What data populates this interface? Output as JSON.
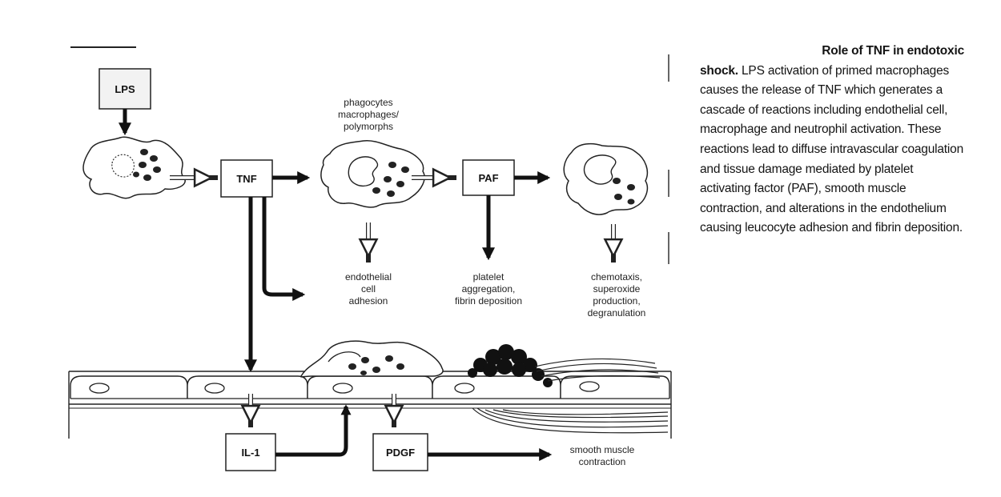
{
  "nodes": {
    "lps": "LPS",
    "tnf": "TNF",
    "paf": "PAF",
    "il1": "IL-1",
    "pdgf": "PDGF"
  },
  "labels": {
    "phagocytes": [
      "phagocytes",
      "macrophages/",
      "polymorphs"
    ],
    "endothelial": [
      "endothelial",
      "cell",
      "adhesion"
    ],
    "platelet": [
      "platelet",
      "aggregation,",
      "fibrin deposition"
    ],
    "chemotaxis": [
      "chemotaxis,",
      "superoxide",
      "production,",
      "degranulation"
    ],
    "smooth_muscle": [
      "smooth muscle",
      "contraction"
    ]
  },
  "caption": {
    "title_line1": "Role of TNF in endotoxic",
    "title_line2": "shock.",
    "body": " LPS activation of primed macrophages causes the release of TNF which generates a cascade of reactions including endothelial cell, macrophage and neutrophil activation. These reactions lead to diffuse intravascular coagulation and tissue damage mediated by platelet activating factor (PAF), smooth muscle contraction, and alterations in the endothelium causing leucocyte adhesion and fibrin deposition."
  }
}
